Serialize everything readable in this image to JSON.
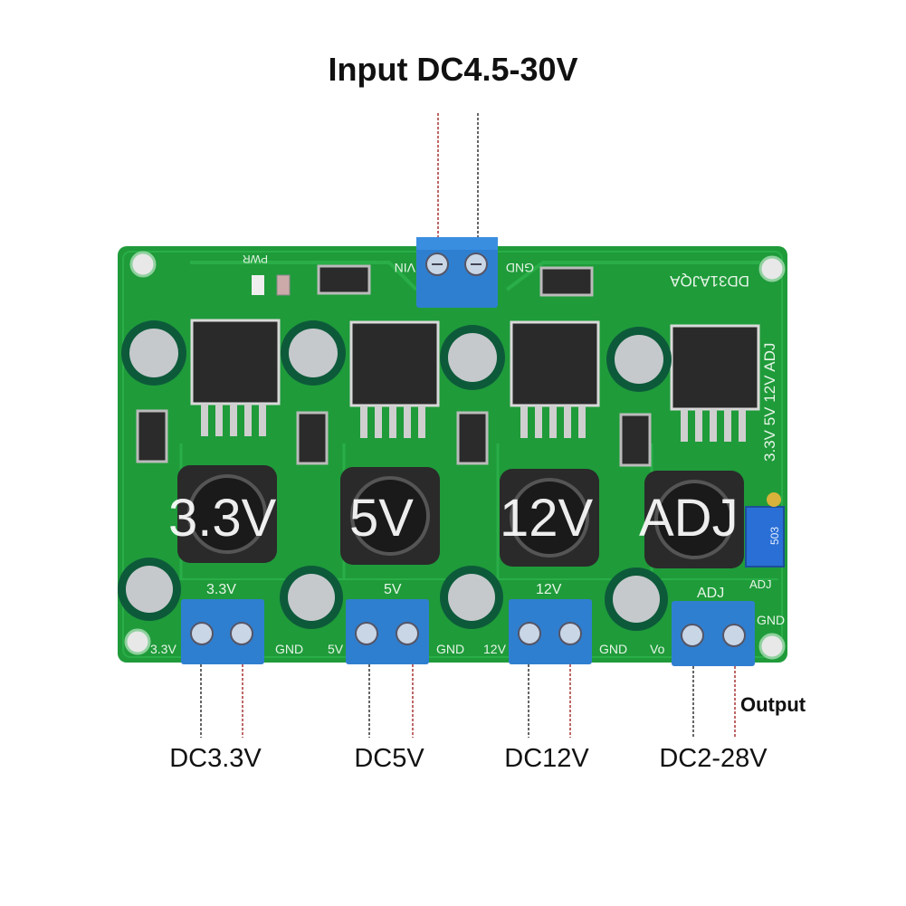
{
  "input_title": "Input DC4.5-30V",
  "outputs": [
    {
      "label": "DC3.3V"
    },
    {
      "label": "DC5V"
    },
    {
      "label": "DC12V"
    },
    {
      "label": "DC2-28V"
    }
  ],
  "output_note": "Output",
  "board": {
    "model": "DD31AJQA",
    "voltage_stack": "3.3V 5V 12V ADJ",
    "input_vin": "VIN",
    "input_gnd": "GND",
    "pwr": "PWR",
    "channel_labels": [
      "3.3V",
      "5V",
      "12V",
      "ADJ"
    ],
    "inductor_overlay": [
      "3.3V",
      "5V",
      "12V",
      "ADJ"
    ],
    "bottom_labels": [
      "3.3V",
      "GND",
      "5V",
      "GND",
      "12V",
      "GND",
      "Vo",
      "GND"
    ],
    "pot_value": "503",
    "pot_label": "ADJ",
    "pot_gnd": "GND",
    "colors": {
      "pcb": "#1f9b3a",
      "terminal": "#2f7fd0",
      "trace": "#2aae48"
    }
  }
}
